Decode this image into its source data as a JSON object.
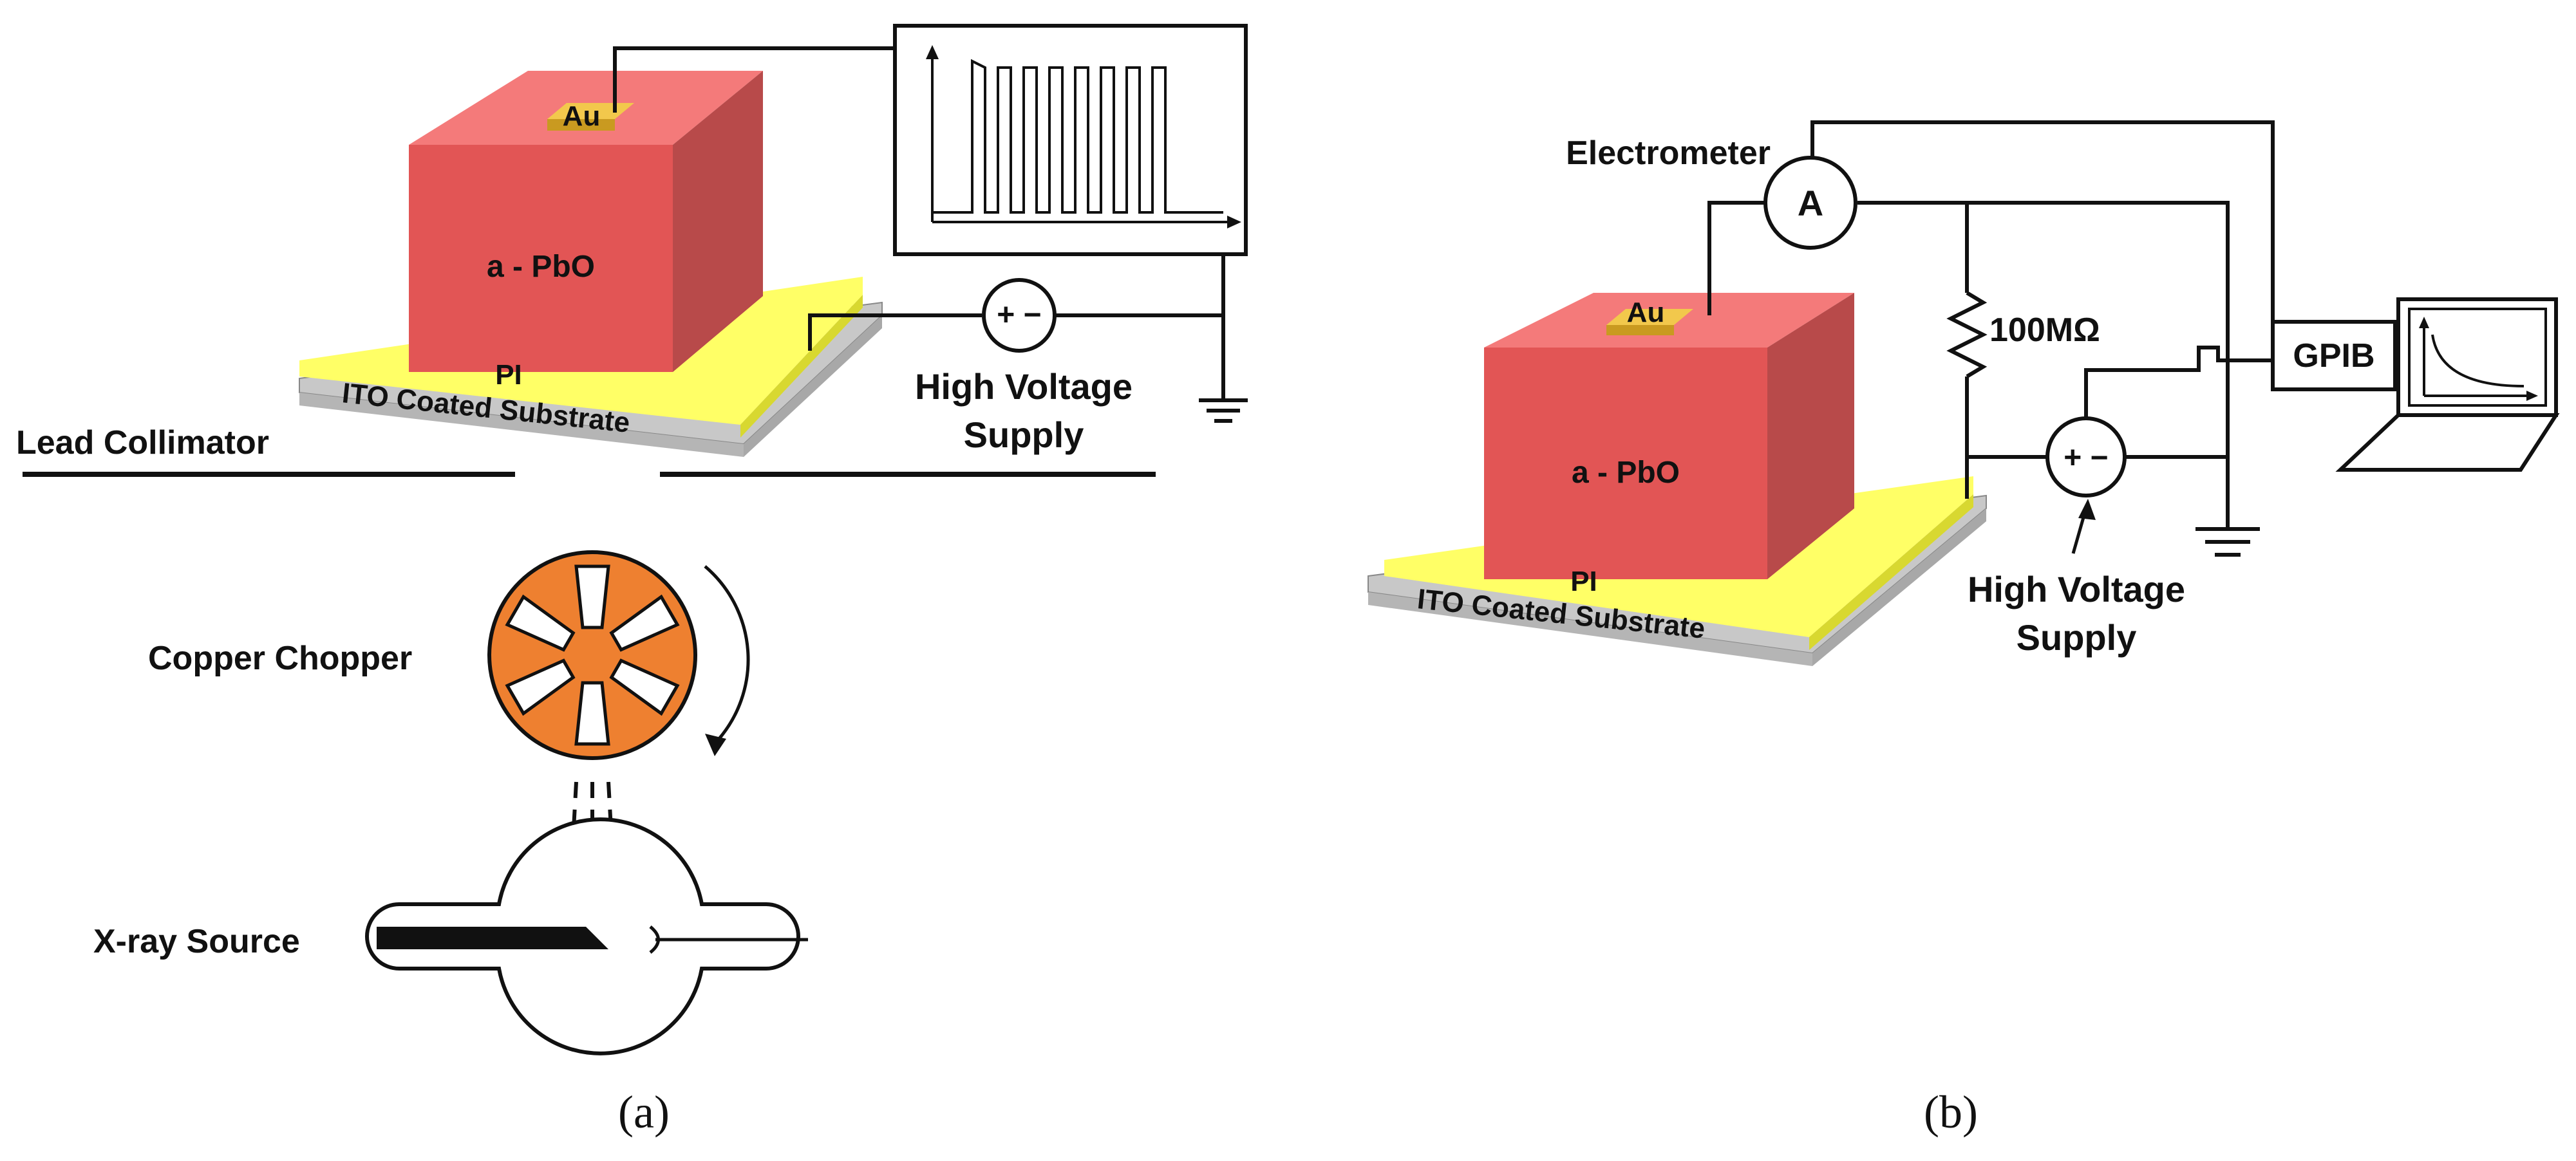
{
  "panel_a": {
    "caption": "(a)",
    "electrode": "Au",
    "photoconductor": "a - PbO",
    "layer": "PI",
    "substrate": "ITO Coated Substrate",
    "power_supply": {
      "line1": "High Voltage",
      "line2": "Supply",
      "symbol": "+ −"
    },
    "collimator": "Lead Collimator",
    "chopper": "Copper Chopper",
    "source": "X-ray Source"
  },
  "panel_b": {
    "caption": "(b)",
    "electrode": "Au",
    "photoconductor": "a - PbO",
    "layer": "PI",
    "substrate": "ITO Coated Substrate",
    "meter": "Electrometer",
    "meter_symbol": "A",
    "resistor": "100MΩ",
    "interface": "GPIB",
    "power_supply": {
      "line1": "High Voltage",
      "line2": "Supply",
      "symbol": "+ −"
    }
  },
  "colors": {
    "pbo_front": "#e25555",
    "pbo_top": "#f47a7a",
    "pbo_side": "#b84a4a",
    "pi_layer": "#ffff66",
    "substrate": "#c8c8c8",
    "gold": "#f2c84c",
    "copper": "#ee8030"
  }
}
